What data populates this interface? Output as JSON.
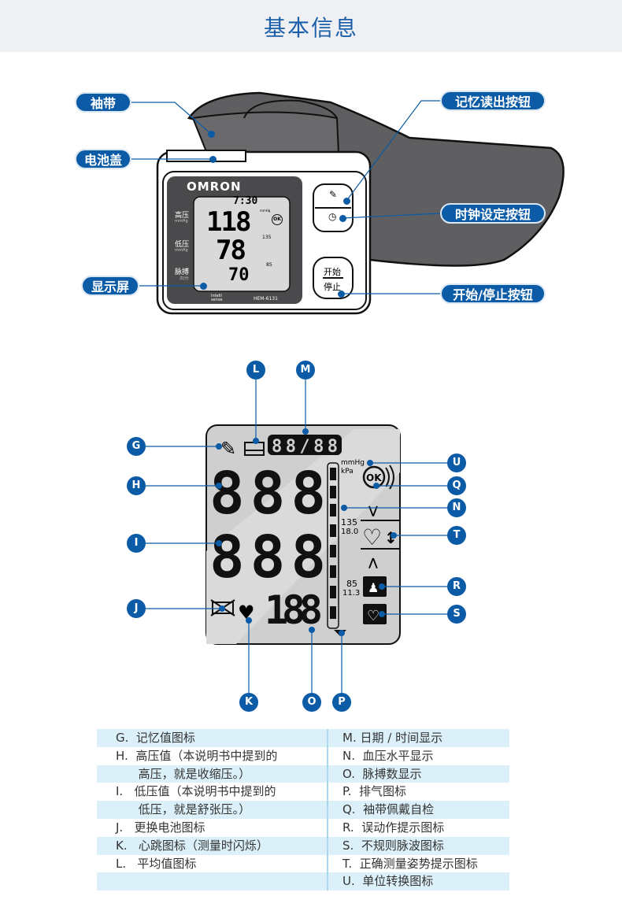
{
  "header": {
    "title": "基本信息"
  },
  "device": {
    "labels": {
      "cuff": "袖带",
      "battery_cover": "电池盖",
      "display": "显示屏",
      "memory_button": "记忆读出按钮",
      "clock_button": "时钟设定按钮",
      "start_stop_button": "开始/停止按钮"
    },
    "brand": "OMRON",
    "model": "HEM-6131",
    "intellisense_line1": "Intelli",
    "intellisense_line2": "sense",
    "side_labels": {
      "sys": "高压",
      "sys_unit": "mmHg",
      "dia": "低压",
      "dia_unit": "mmHg",
      "pulse": "脉搏",
      "pulse_unit": "次/分"
    },
    "screen": {
      "time": "7:30",
      "sys": "118",
      "dia": "78",
      "pulse": "70",
      "unit": "mmHg",
      "ok": "OK",
      "mark_high": "135",
      "mark_low": "85"
    },
    "start_label": "开始",
    "stop_label": "停止"
  },
  "lcd": {
    "digits_top": "88/88",
    "digits_sys": "888",
    "digits_dia": "888",
    "digits_pulse": "188",
    "unit_mmhg": "mmHg",
    "unit_kpa": "kPa",
    "ok": "OK",
    "high_mmhg": "135",
    "high_kpa": "18.0",
    "low_mmhg": "85",
    "low_kpa": "11.3",
    "callouts": [
      "L",
      "M",
      "G",
      "H",
      "I",
      "J",
      "K",
      "O",
      "P",
      "U",
      "Q",
      "N",
      "T",
      "R",
      "S"
    ]
  },
  "legend": {
    "left": [
      "G.  记忆值图标",
      "H.  高压值（本说明书中提到的",
      "      高压，就是收缩压。）",
      "I.   低压值（本说明书中提到的",
      "      低压，就是舒张压。）",
      "J.   更换电池图标",
      "K.   心跳图标（测量时闪烁）",
      "L.   平均值图标",
      ""
    ],
    "right": [
      "M. 日期 / 时间显示",
      "N.  血压水平显示",
      "O.  脉搏数显示",
      "P.  排气图标",
      "Q.  袖带佩戴自检",
      "R.  误动作提示图标",
      "S.  不规则脉波图标",
      "T.  正确测量姿势提示图标",
      "U.  单位转换图标"
    ]
  },
  "colors": {
    "accent": "#0b5ba6",
    "title": "#1a5fa8",
    "row": "#dcf0f9"
  }
}
